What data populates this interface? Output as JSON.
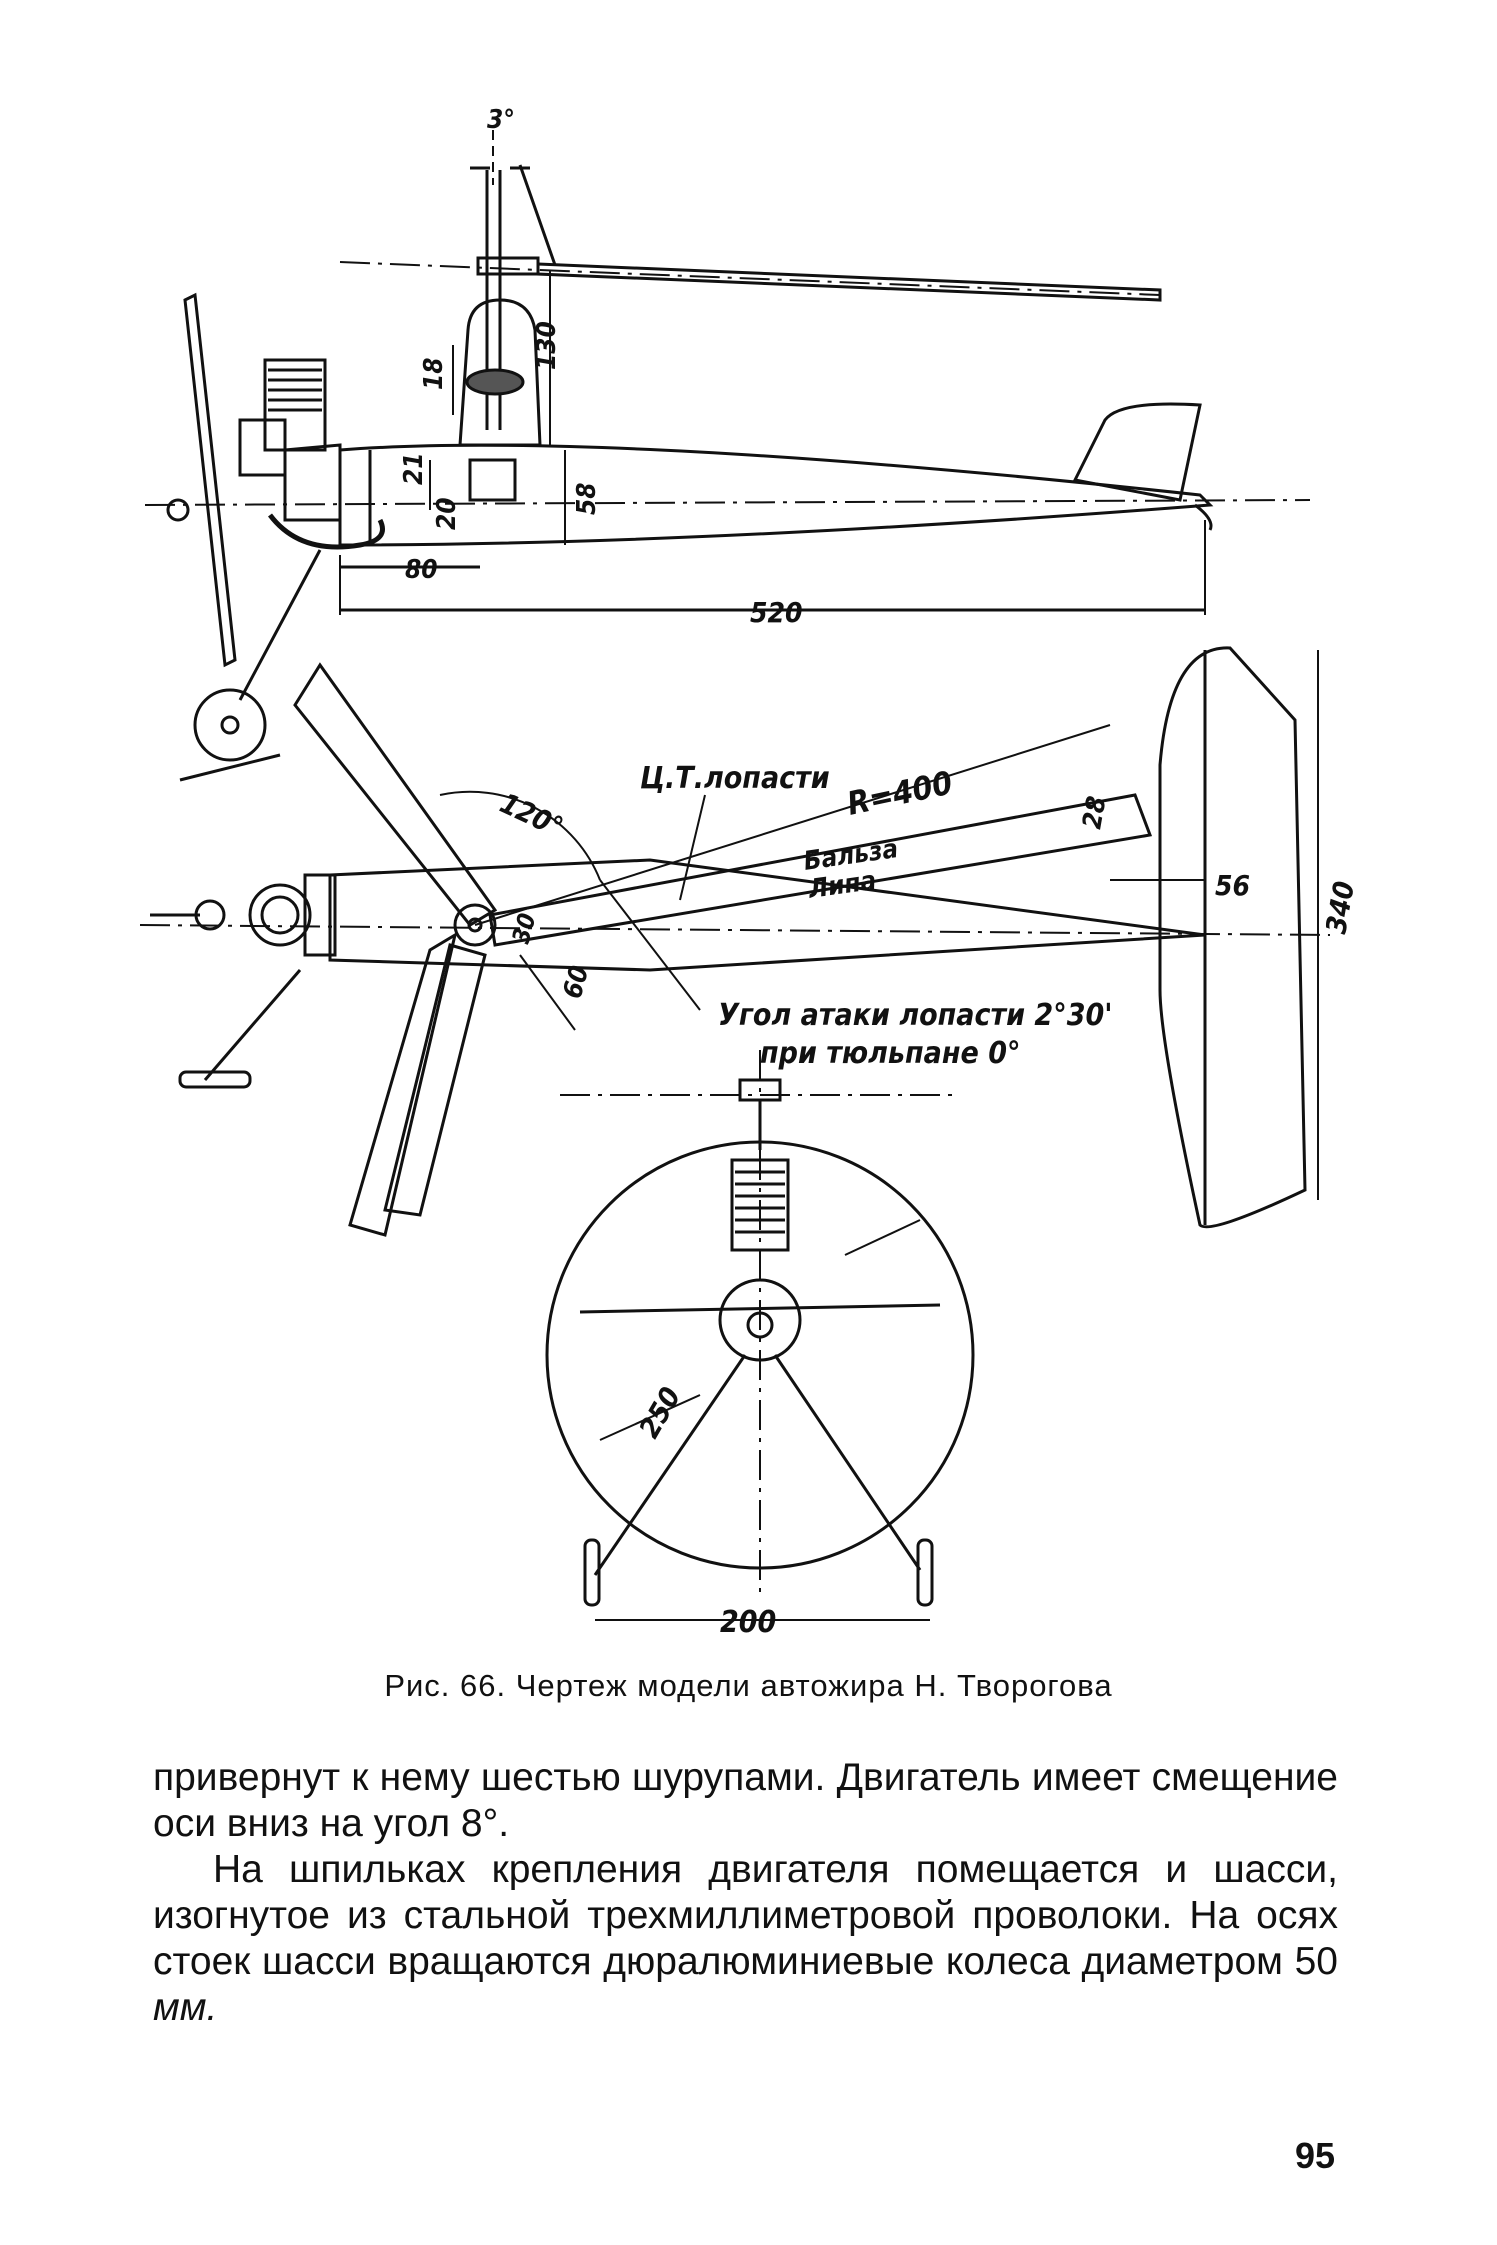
{
  "figure": {
    "labels": {
      "tilt_angle": "3°",
      "dim_130": "130",
      "dim_18": "18",
      "dim_21": "21",
      "dim_20": "20",
      "dim_58": "58",
      "dim_80": "80",
      "dim_520": "520",
      "blade_cp": "Ц.Т.лопасти",
      "radius": "R=400",
      "balsa": "Бальза",
      "lipa": "Липа",
      "angle_120": "120°",
      "dim_28": "28",
      "dim_56": "56",
      "dim_340": "340",
      "dim_30": "30",
      "dim_60": "60",
      "attack_angle_line1": "Угол атаки лопасти 2°30'",
      "attack_angle_line2": "при тюльпане 0°",
      "dim_250": "250",
      "dim_200": "200"
    }
  },
  "caption": "Рис. 66. Чертеж модели автожира Н. Творогова",
  "paragraphs": [
    "привернут к нему шестью шурупами. Двигатель имеет смещение оси вниз на угол 8°.",
    "На шпильках крепления двигателя помещается и шасси, изогнутое из стальной трехмиллиметровой проволоки. На осях стоек шасси вращаются дюралюминиевые колеса диаметром 50",
    "мм."
  ],
  "page_number": "95"
}
